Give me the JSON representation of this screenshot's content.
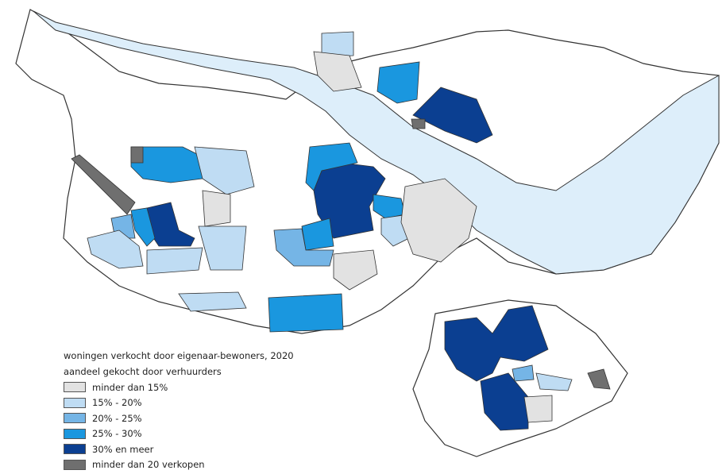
{
  "map": {
    "legend": {
      "title": "woningen verkocht door eigenaar-bewoners, 2020",
      "subtitle": "aandeel gekocht door verhuurders",
      "items": [
        {
          "label": "minder dan 15%",
          "color": "#e2e2e2"
        },
        {
          "label": "15% - 20%",
          "color": "#bfdcf3"
        },
        {
          "label": "20% - 25%",
          "color": "#75b5e6"
        },
        {
          "label": "25% - 30%",
          "color": "#1a97df"
        },
        {
          "label": "30% en meer",
          "color": "#0b3f91"
        },
        {
          "label": "minder dan 20 verkopen",
          "color": "#6f6f6f"
        }
      ]
    },
    "colors": {
      "water": "#ddeefa",
      "outline": "#333333",
      "background": "#ffffff"
    }
  }
}
